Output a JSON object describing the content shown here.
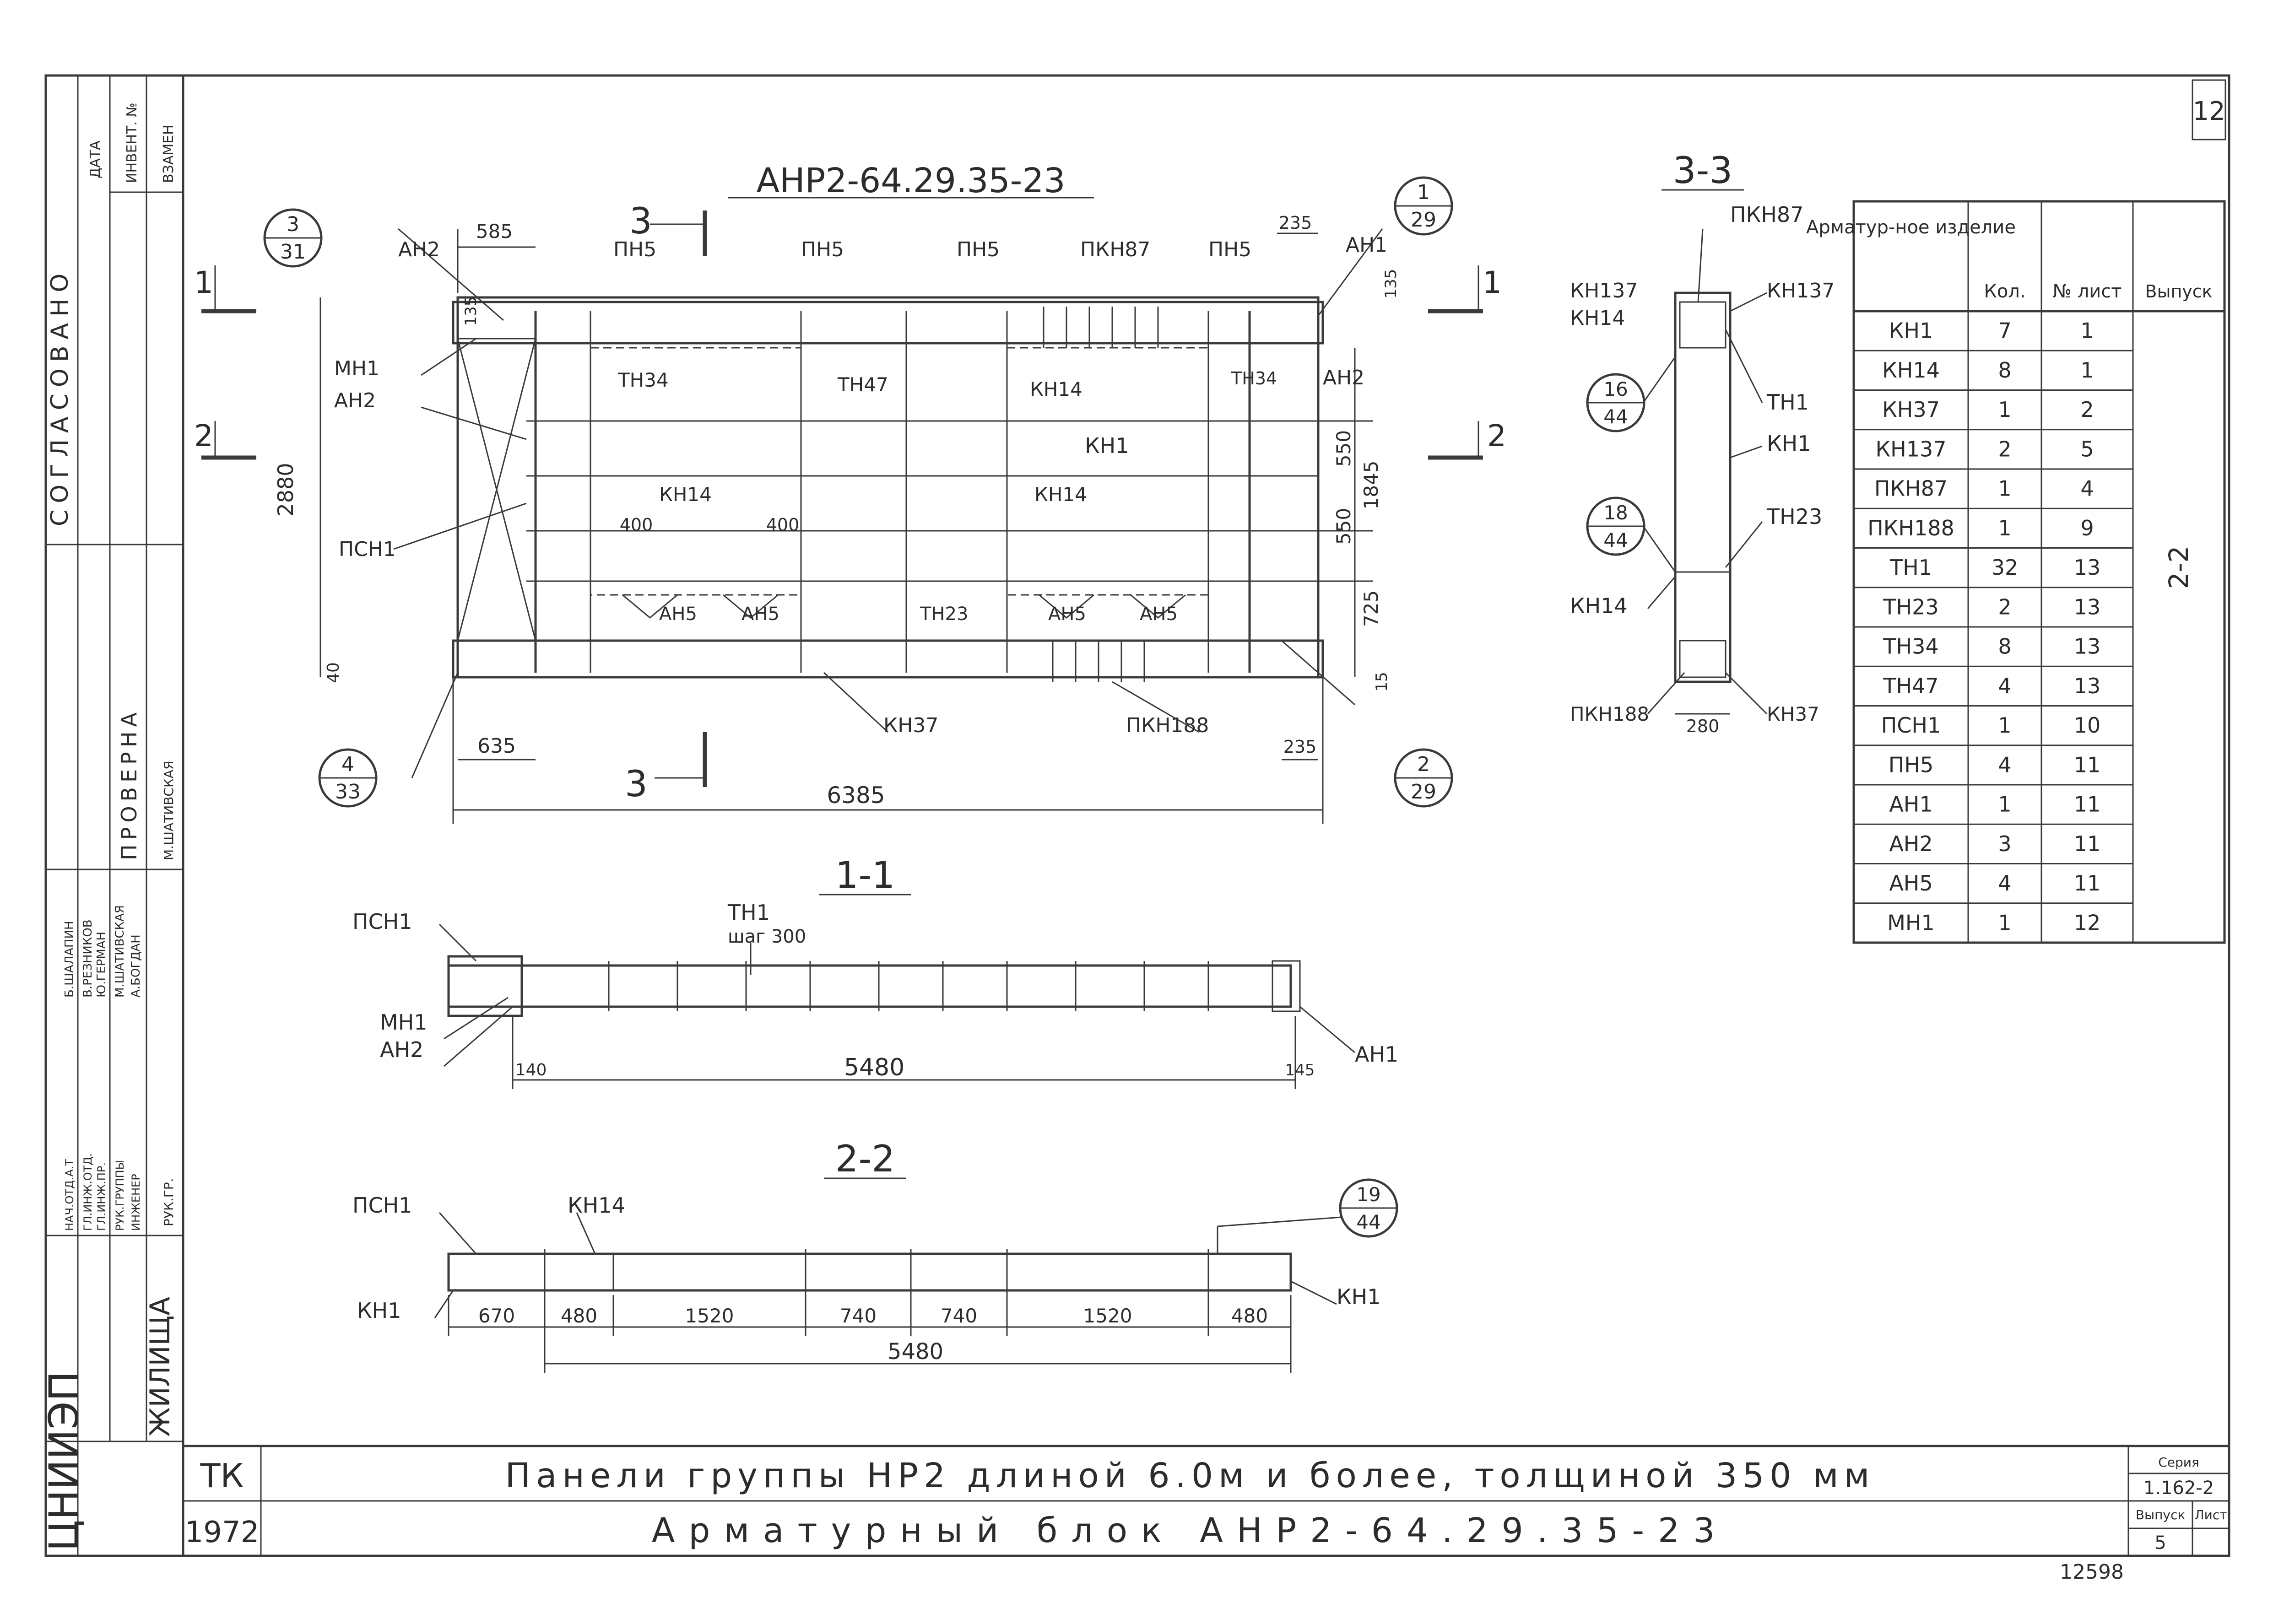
{
  "sheet": {
    "number": "12",
    "title_top": "АНР2-64.29.35-23",
    "org": "ЦНИИЭП жилища",
    "org_short_left": "ЦНИИЭП",
    "org_short_right": "ЖИЛИЩА",
    "stamp_tk": "ТК",
    "year": "1972",
    "title_line1": "Панели группы НР2 длиной 6.0м и более, толщиной 350 мм",
    "title_line2": "Арматурный блок АНР2-64.29.35-23",
    "series_label": "Серия",
    "series_value": "1.162-2",
    "issue_label": "Выпуск",
    "issue_value": "5",
    "sheet_label": "Лист",
    "footer_code": "12598"
  },
  "left_stamp": {
    "agreed": "СОГЛАСОВАНО",
    "date": "ДАТА",
    "inv_no": "ИНВЕНТ. №",
    "instead": "ВЗАМЕН",
    "checked": "ПРОВЕРНА",
    "checked_by": "М.ШАТИВСКАЯ",
    "roles": [
      "НАЧ.ОТД.А.Т",
      "ГЛ.ИНЖ.ОТД.",
      "ГЛ.ИНЖ.ПР.",
      "РУК.ГРУППЫ",
      "ИНЖЕНЕР"
    ],
    "names": [
      "Б.ШАЛАПИН",
      "В.РЕЗНИКОВ",
      "Ю.ГЕРМАН",
      "М.ШАТИВСКАЯ",
      "А.БОГДАН"
    ],
    "group_head": "РУК.ГР.",
    "group_head_name": "М.ШАТИВСКАЯ"
  },
  "plan": {
    "refs": [
      {
        "top": "3",
        "bottom": "31"
      },
      {
        "top": "1",
        "bottom": "29"
      },
      {
        "top": "4",
        "bottom": "33"
      },
      {
        "top": "2",
        "bottom": "29"
      }
    ],
    "section_marks": [
      "3",
      "3",
      "1",
      "1",
      "2",
      "2"
    ],
    "labels": {
      "ah2": "АН2",
      "pn5": "ПН5",
      "pkn87": "ПКН87",
      "ah1": "АН1",
      "mn1": "МН1",
      "psn1": "ПСН1",
      "tn34": "ТН34",
      "tn47": "ТН47",
      "kn14": "КН14",
      "kn1": "КН1",
      "ah5": "АН5",
      "tn23": "ТН23",
      "kn37": "КН37",
      "pkn188": "ПКН188"
    },
    "dims": {
      "d585": "585",
      "d235": "235",
      "d135": "135",
      "d2880": "2880",
      "d550a": "550",
      "d550b": "550",
      "d1845": "1845",
      "d725": "725",
      "d400a": "400",
      "d400b": "400",
      "d40": "40",
      "d15": "15",
      "d635": "635",
      "d6385": "6385"
    }
  },
  "section33": {
    "title": "3-3",
    "labels": {
      "pkn87": "ПКН87",
      "kn137a": "КН137",
      "kn137b": "КН137",
      "kn14a": "КН14",
      "tn1": "ТН1",
      "kn1": "КН1",
      "tn23": "ТН23",
      "kn14b": "КН14",
      "pkn188": "ПКН188",
      "kn37": "КН37",
      "d280": "280"
    },
    "refs": [
      {
        "top": "16",
        "bottom": "44"
      },
      {
        "top": "18",
        "bottom": "44"
      }
    ]
  },
  "section11": {
    "title": "1-1",
    "labels": {
      "psn1": "ПСН1",
      "tn1": "ТН1",
      "step": "шаг 300",
      "mn1": "МН1",
      "ah2": "АН2",
      "ah1": "АН1",
      "d140": "140",
      "d5480": "5480",
      "d145": "145"
    }
  },
  "section22": {
    "title": "2-2",
    "labels": {
      "psn1": "ПСН1",
      "kn14": "КН14",
      "kn1a": "КН1",
      "kn1b": "КН1"
    },
    "ref": {
      "top": "19",
      "bottom": "44"
    },
    "dims": [
      "670",
      "480",
      "1520",
      "740",
      "740",
      "1520",
      "480"
    ],
    "total": "5480"
  },
  "spec_table": {
    "headers": [
      "Арматур-ное изделие",
      "Кол.",
      "№ лист",
      "Выпуск"
    ],
    "issue": "2-2",
    "rows": [
      [
        "КН1",
        "7",
        "1"
      ],
      [
        "КН14",
        "8",
        "1"
      ],
      [
        "КН37",
        "1",
        "2"
      ],
      [
        "КН137",
        "2",
        "5"
      ],
      [
        "ПКН87",
        "1",
        "4"
      ],
      [
        "ПКН188",
        "1",
        "9"
      ],
      [
        "ТН1",
        "32",
        "13"
      ],
      [
        "ТН23",
        "2",
        "13"
      ],
      [
        "ТН34",
        "8",
        "13"
      ],
      [
        "ТН47",
        "4",
        "13"
      ],
      [
        "ПСН1",
        "1",
        "10"
      ],
      [
        "ПН5",
        "4",
        "11"
      ],
      [
        "АН1",
        "1",
        "11"
      ],
      [
        "АН2",
        "3",
        "11"
      ],
      [
        "АН5",
        "4",
        "11"
      ],
      [
        "МН1",
        "1",
        "12"
      ]
    ]
  }
}
